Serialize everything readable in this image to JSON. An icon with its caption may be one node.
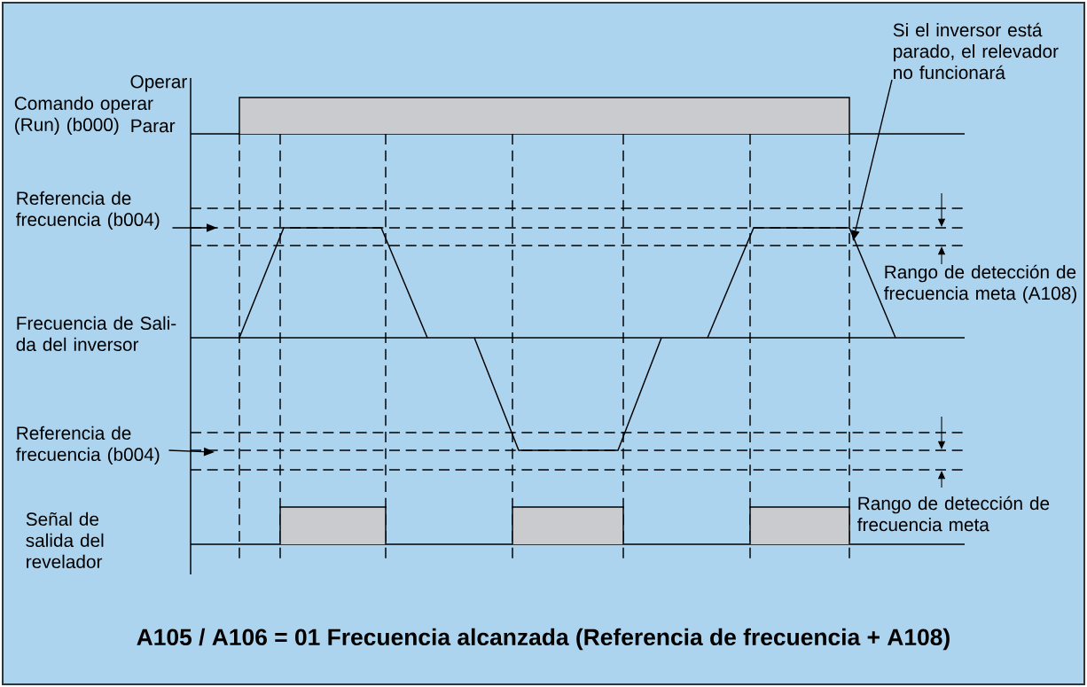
{
  "diagram": {
    "caption": "A105 / A106 = 01 Frecuencia alcanzada (Referencia de frecuencia + A108)",
    "nodes": [
      {
        "text": [
          "Si el inversor está parado, el relevador no funcionará"
        ]
      },
      {
        "text": [
          "Referencia de frecuencia (b004)"
        ]
      },
      {
        "text": [
          "Referencia de frecuencia (b004)"
        ]
      }
    ],
    "edges": [
      {
        "from": 0,
        "to": null,
        "arrow": "to"
      },
      {
        "from": 1,
        "to": null,
        "arrow": "to"
      },
      {
        "from": 2,
        "to": null,
        "arrow": "to"
      }
    ],
    "labels": [
      "Operar",
      "Comando operar (Run) (b000)",
      "Parar",
      "Frecuencia de Sali-da del inversor",
      "Rango de detección de frecuencia meta (A108)",
      "Señal de salida del revelador",
      "Rango de detección de frecuencia meta"
    ]
  }
}
